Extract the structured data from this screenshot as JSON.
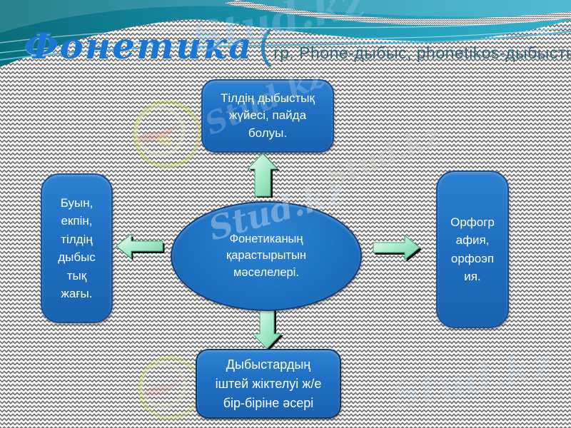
{
  "title": {
    "main": "Фонетика",
    "paren_open": "(",
    "subtitle": "гр. Phone-дыбыс, phonetikos-дыбыстық",
    "paren_close": ")"
  },
  "diagram": {
    "center": {
      "text": "Фонетиканың\nқарастырытын\nмәселелері."
    },
    "top": {
      "text": "Тілдің дыбыстық\nжүйесі, пайда\nболуы."
    },
    "left": {
      "text": "Буын,\nекпін,\nтілдің\nдыбыс\nтық\nжағы."
    },
    "right": {
      "text": "Орфогр\nафия,\nорфоэп\nия."
    },
    "bottom": {
      "text": "Дыбыстардың\nіштей жіктелуі ж/е\nбір-біріне әсері"
    }
  },
  "watermark": {
    "brand": "Stud.kz"
  },
  "colors": {
    "node_blue": "#1e6fc0",
    "node_border": "#1c4f8e",
    "ellipse_blue": "#1d72c2",
    "ellipse_border": "#173f73",
    "arrow_mint_light": "#f2fdf6",
    "arrow_mint_dark": "#6fcf9f",
    "header_teal_dark": "#0a6d7c",
    "header_teal_light": "#35b2cc",
    "title_blue": "#1b76d2",
    "subtitle_teal": "#2f6579",
    "pattern_gray": "#757575"
  }
}
